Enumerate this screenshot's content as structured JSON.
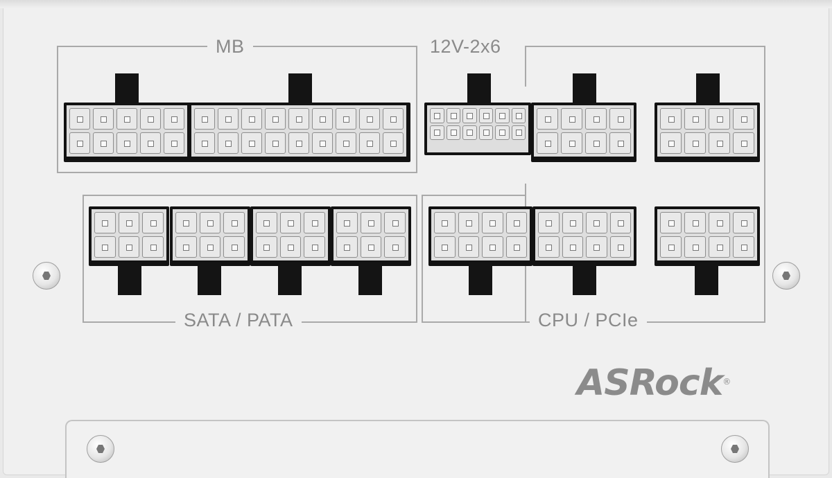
{
  "labels": {
    "mb": "MB",
    "hpwr": "12V-2x6",
    "sata": "SATA / PATA",
    "cpu": "CPU / PCIe"
  },
  "logo": {
    "text": "ASRock",
    "trademark": "®"
  },
  "colors": {
    "panel": "#f0f0f0",
    "connector": "#121212",
    "label": "#8a8a8a"
  }
}
